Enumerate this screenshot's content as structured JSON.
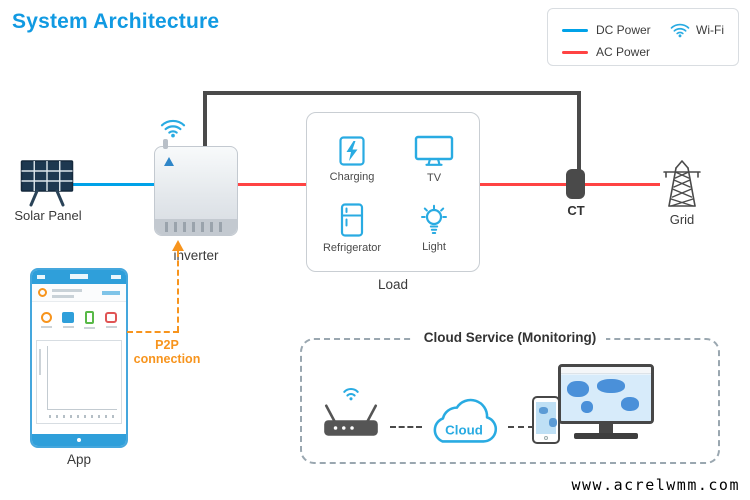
{
  "title": "System Architecture",
  "legend": {
    "dc_label": "DC Power",
    "ac_label": "AC Power",
    "wifi_label": "Wi-Fi"
  },
  "nodes": {
    "solar_label": "Solar Panel",
    "inverter_label": "inverter",
    "load_label": "Load",
    "ct_label": "CT",
    "grid_label": "Grid",
    "app_label": "App",
    "cloud_label": "Cloud"
  },
  "load_items": [
    {
      "label": "Charging"
    },
    {
      "label": "TV"
    },
    {
      "label": "Refrigerator"
    },
    {
      "label": "Light"
    }
  ],
  "p2p_label": "P2P connection",
  "cloud_section_title": "Cloud Service (Monitoring)",
  "watermark": "www.acrelwmm.com",
  "colors": {
    "dc_blue": "#00a2e8",
    "ac_red": "#ff4343",
    "wifi_blue": "#29abe2",
    "accent_orange": "#f7941d",
    "dark_line": "#4a4a4a",
    "title_blue": "#119ae2"
  }
}
